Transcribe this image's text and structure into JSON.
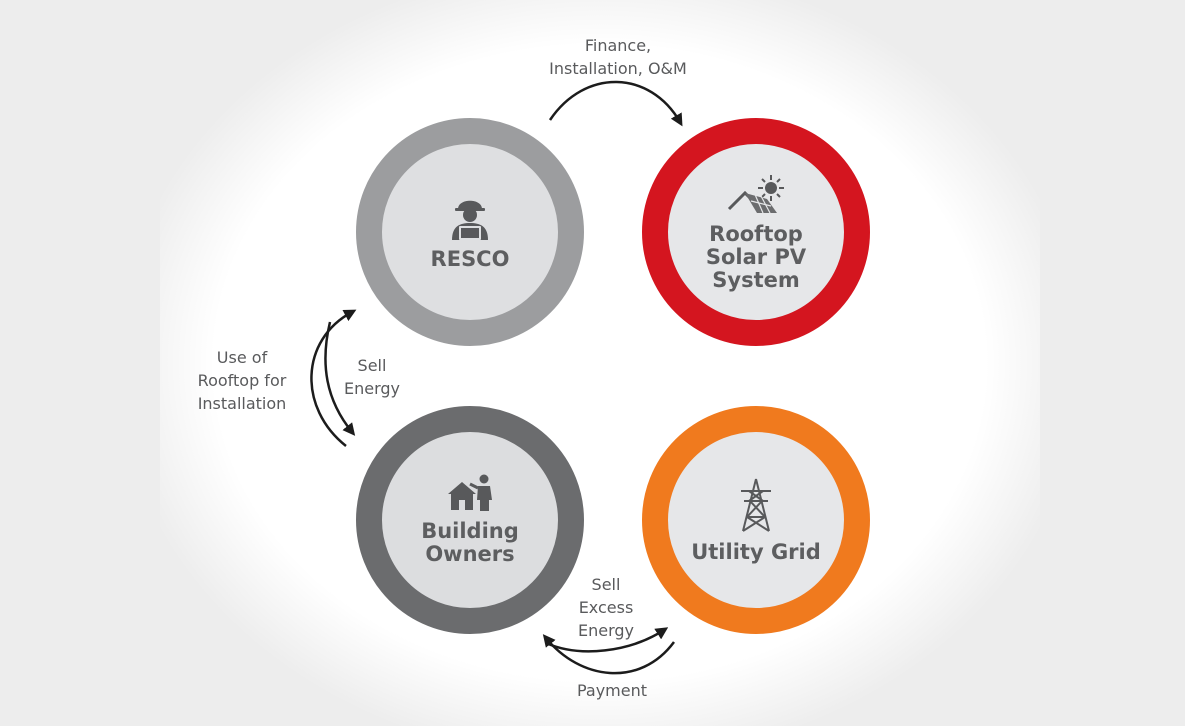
{
  "nodes": {
    "resco": {
      "title": "RESCO",
      "icon": "engineer-laptop-icon",
      "ring_color": "#9c9d9f"
    },
    "rooftop": {
      "title": "Rooftop\nSolar PV\nSystem",
      "icon": "solar-roof-sun-icon",
      "ring_color": "#d4151f"
    },
    "building": {
      "title": "Building\nOwners",
      "icon": "house-person-icon",
      "ring_color": "#6b6c6e"
    },
    "utility": {
      "title": "Utility Grid",
      "icon": "transmission-tower-icon",
      "ring_color": "#f07a1e"
    }
  },
  "flows": {
    "finance": "Finance,\nInstallation, O&M",
    "use_of_rooftop": "Use of\nRooftop for\nInstallation",
    "sell_energy": "Sell\nEnergy",
    "sell_excess": "Sell\nExcess\nEnergy",
    "payment": "Payment"
  }
}
